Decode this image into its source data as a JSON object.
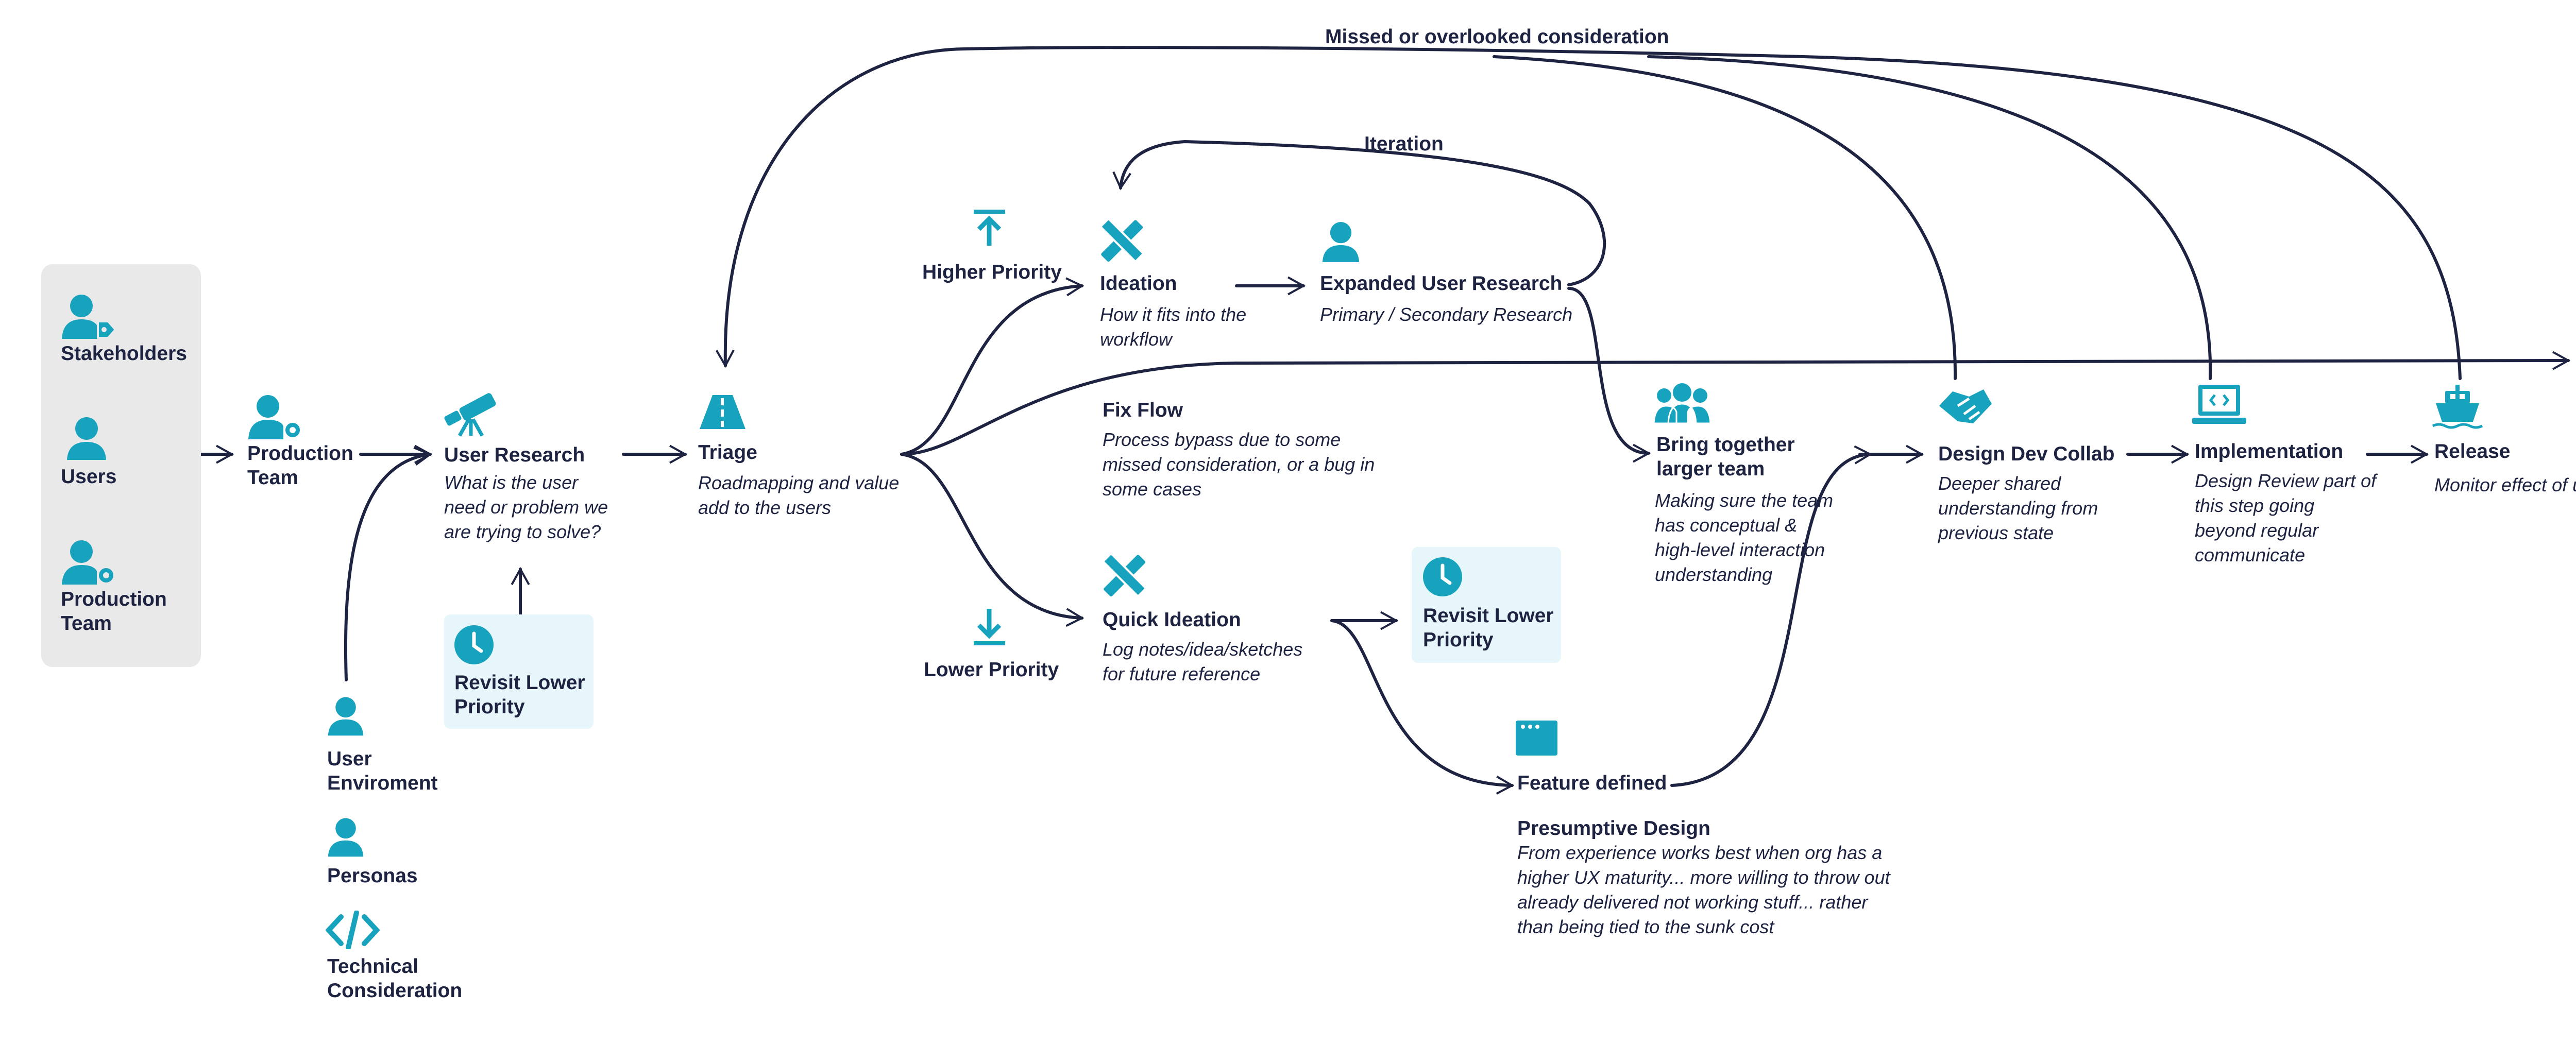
{
  "colors": {
    "accent": "#17a2bd",
    "ink": "#1d2340",
    "group_bg": "#e9e9ea",
    "soft_bg": "#e6f6fa"
  },
  "loop_labels": {
    "missed": "Missed or overlooked consideration",
    "iteration": "Iteration"
  },
  "inputs": {
    "stakeholders": "Stakeholders",
    "users": "Users",
    "production_team": "Production Team"
  },
  "production_team": {
    "title": "Production Team"
  },
  "user_research": {
    "title": "User Research",
    "desc": "What is the user need or problem we are trying to solve?"
  },
  "user_environment": "User Enviroment",
  "personas": "Personas",
  "technical_consideration": "Technical Consideration",
  "revisit_1": "Revisit Lower Priority",
  "triage": {
    "title": "Triage",
    "desc": "Roadmapping and value add to the users"
  },
  "higher_priority": "Higher Priority",
  "lower_priority": "Lower Priority",
  "ideation": {
    "title": "Ideation",
    "desc": "How it fits into the workflow"
  },
  "expanded_research": {
    "title": "Expanded User Research",
    "desc": "Primary / Secondary Research"
  },
  "fix_flow": {
    "title": "Fix Flow",
    "desc": "Process bypass due to some missed consideration, or a bug in some cases"
  },
  "quick_ideation": {
    "title": "Quick Ideation",
    "desc": "Log notes/idea/sketches for future reference"
  },
  "revisit_2": "Revisit Lower Priority",
  "feature_defined": {
    "title": "Feature defined"
  },
  "presumptive": {
    "title": "Presumptive Design",
    "desc": "From experience works best when org has a higher UX maturity... more willing to throw out already delivered not working stuff... rather than being tied to the sunk cost"
  },
  "bring_together": {
    "title": "Bring together larger team",
    "desc": "Making sure the team has conceptual & high-level interaction understanding"
  },
  "design_dev": {
    "title": "Design Dev Collab",
    "desc": "Deeper shared understanding from previous state"
  },
  "implementation": {
    "title": "Implementation",
    "desc": "Design Review part of this step going beyond regular communicate"
  },
  "release": {
    "title": "Release",
    "desc": "Monitor effect of updates"
  },
  "icons": [
    "person-tag-icon",
    "person-icon",
    "person-gear-icon",
    "telescope-icon",
    "road-icon",
    "arrow-up-bar-icon",
    "arrow-down-bar-icon",
    "pencil-ruler-icon",
    "clock-icon",
    "browser-window-icon",
    "group-icon",
    "handshake-icon",
    "laptop-code-icon",
    "ship-icon",
    "code-icon"
  ]
}
